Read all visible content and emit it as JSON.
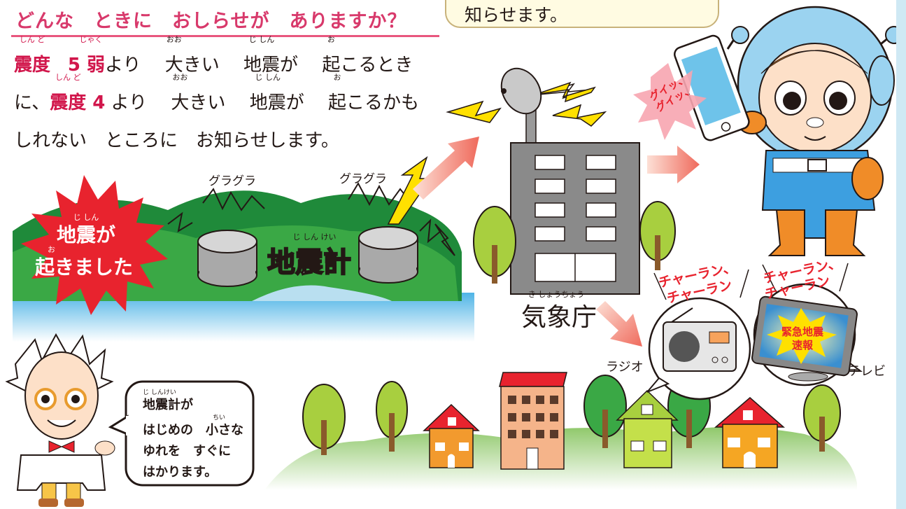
{
  "heading": "どんな　ときに　おしらせが　ありますか？",
  "top_bubble": "知らせます。",
  "body": {
    "line1": {
      "w1": "震度",
      "w1_ruby": "しん ど",
      "w2": "5 弱",
      "w2_ruby": "じゃく",
      "t1": "より　",
      "w3": "大",
      "w3_ruby": "おお",
      "t2": "きい　",
      "w4": "地震",
      "w4_ruby": "じ しん",
      "t3": "が　",
      "w5": "起",
      "w5_ruby": "お",
      "t4": "こるとき"
    },
    "line2": {
      "t0": "に、",
      "w1": "震度 4",
      "w1_ruby": "しん ど",
      "t1": " より　",
      "w2": "大",
      "w2_ruby": "おお",
      "t2": "きい　",
      "w3": "地震",
      "w3_ruby": "じ しん",
      "t3": "が　",
      "w4": "起",
      "w4_ruby": "お",
      "t4": "こるかも"
    },
    "line3": "しれない　ところに　お知らせします。"
  },
  "scene": {
    "quake_badge_line1": "地震が",
    "quake_badge_line1_ruby": "じ しん",
    "quake_badge_line2": "起きました",
    "quake_badge_line2_ruby": "お",
    "shake_left": "グラグラ",
    "shake_right": "グラグラ",
    "seismometer_label": "地震計",
    "seismometer_ruby": "じ しん けい",
    "agency_label": "気象庁",
    "agency_ruby": "き しょうちょう",
    "phone_sound": "グイッ、\nグイッ、",
    "radio_sound_line1": "チャーラン、",
    "radio_sound_line2": "チャーラン",
    "tv_sound_line1": "チャーラン、",
    "tv_sound_line2": "チャーラン",
    "radio_label": "ラジオ",
    "tv_label": "テレビ",
    "tv_screen_line1": "緊急地震",
    "tv_screen_line2": "速報"
  },
  "doctor_bubble": {
    "line1": "地震計が",
    "line1_ruby": "じ しんけい",
    "line2": "はじめの　小さな",
    "line2_ruby": "ちい",
    "line3": "ゆれを　すぐに",
    "line4": "はかります。"
  },
  "colors": {
    "heading": "#d8396b",
    "highlight": "#d1164b",
    "badge_red": "#e8232e",
    "sea": "#6ec3ea",
    "hill": "#2e9a3a",
    "arrow": "#f08a7a"
  }
}
